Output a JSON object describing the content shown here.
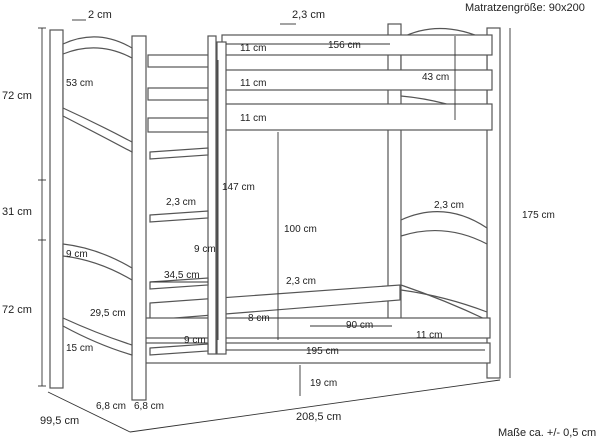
{
  "header": {
    "mattress": "Matratzengröße: 90x200"
  },
  "footer": {
    "tolerance": "Maße ca. +/- 0,5 cm"
  },
  "dims": {
    "post_thickness": "2 cm",
    "rail_thickness_top": "2,3 cm",
    "top_rail_1": "11 cm",
    "top_rail_2": "11 cm",
    "top_rail_3": "11 cm",
    "inner_length": "156 cm",
    "guard_height": "43 cm",
    "head_panel_top": "53 cm",
    "ladder_height": "147 cm",
    "ladder_rung": "2,3 cm",
    "ladder_gap": "9 cm",
    "under_clearance": "100 cm",
    "foot_rail": "2,3 cm",
    "total_height": "175 cm",
    "left_top": "72 cm",
    "left_mid": "31 cm",
    "left_bottom": "72 cm",
    "panel_9": "9 cm",
    "panel_295": "29,5 cm",
    "panel_15": "15 cm",
    "ladder_width": "34,5 cm",
    "lower_rail_23": "2,3 cm",
    "lower_rail_8": "8 cm",
    "lower_90": "90 cm",
    "lower_11": "11 cm",
    "lower_9": "9 cm",
    "lower_195": "195 cm",
    "floor_clear": "19 cm",
    "depth": "99,5 cm",
    "post_a": "6,8 cm",
    "post_b": "6,8 cm",
    "total_length": "208,5 cm"
  }
}
